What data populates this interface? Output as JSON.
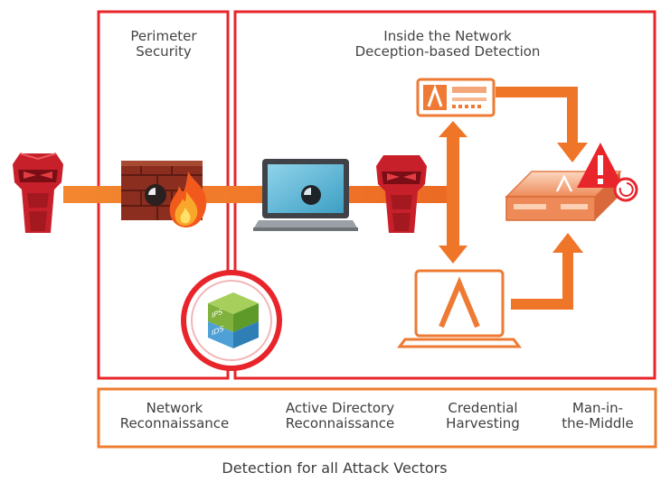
{
  "panels": {
    "perimeter_title_line1": "Perimeter",
    "perimeter_title_line2": "Security",
    "inside_title_line1": "Inside the Network",
    "inside_title_line2": "Deception-based Detection"
  },
  "ips_ids": {
    "ips_label": "IPS",
    "ids_label": "IDS"
  },
  "vectors": [
    {
      "line1": "Network",
      "line2": "Reconnaissance"
    },
    {
      "line1": "Active Directory",
      "line2": "Reconnaissance"
    },
    {
      "line1": "Credential",
      "line2": "Harvesting"
    },
    {
      "line1": "Man-in-",
      "line2": "the-Middle"
    }
  ],
  "footer": "Detection for all Attack Vectors",
  "colors": {
    "panel_border": "#e8252b",
    "arrow": "#f0782c",
    "attacker": "#c8202a",
    "vector_border": "#ef7d31",
    "device_outline": "#ee7a33"
  },
  "icons": [
    "attacker-icon",
    "firewall-icon",
    "laptop-icon",
    "attacker-icon",
    "server-icon",
    "alert-icon",
    "laptop-icon",
    "ips-ids-cube-icon"
  ]
}
